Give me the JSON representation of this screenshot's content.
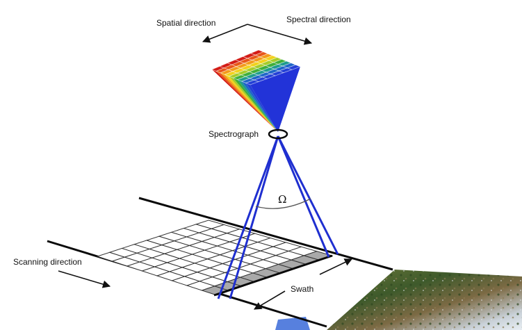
{
  "labels": {
    "spatial_direction": "Spatial direction",
    "spectral_direction": "Spectral direction",
    "spectrograph": "Spectrograph",
    "omega": "Ω",
    "scanning_direction": "Scanning direction",
    "swath": "Swath"
  },
  "colors": {
    "line": "#0a0a0a",
    "beam": "#1f2fd0",
    "grid_line": "#333333",
    "grid_fill": "#ffffff",
    "pixel_row_fill": "#a9a9a9",
    "spectrum_bands": [
      "#d31c16",
      "#e8571a",
      "#f39a1a",
      "#f2d21c",
      "#a6cc2a",
      "#3fae3a",
      "#1f9b8e",
      "#1f66c8",
      "#2440d6"
    ]
  },
  "grid": {
    "along_track_cells": 8,
    "cross_track_cells": 9,
    "highlighted_row": "last"
  },
  "terrain": {
    "description_icon": "aerial-terrain-image"
  }
}
